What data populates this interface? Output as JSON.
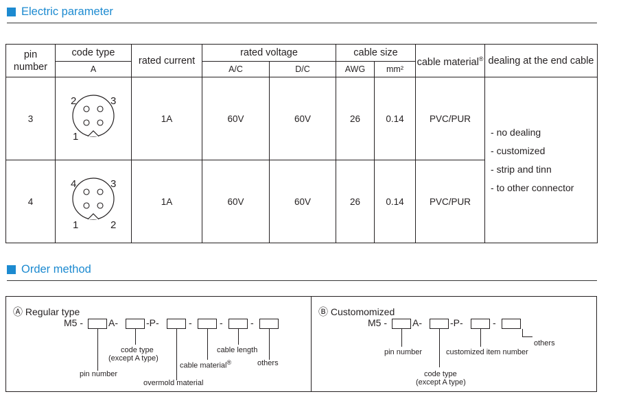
{
  "electric": {
    "title": "Electric parameter",
    "headers": {
      "pin_number": "pin number",
      "code_type": "code type",
      "code_type_sub": "A",
      "rated_current": "rated current",
      "rated_voltage": "rated voltage",
      "ac": "A/C",
      "dc": "D/C",
      "cable_size": "cable size",
      "awg": "AWG",
      "mm2": "mm²",
      "cable_material": "cable material",
      "cable_material_mark": "®",
      "dealing": "dealing at the end cable"
    },
    "rows": [
      {
        "pin": "3",
        "current": "1A",
        "ac": "60V",
        "dc": "60V",
        "awg": "26",
        "mm2": "0.14",
        "material": "PVC/PUR",
        "pin_labels": {
          "tl": "2",
          "tr": "3",
          "bl": "1",
          "br": ""
        }
      },
      {
        "pin": "4",
        "current": "1A",
        "ac": "60V",
        "dc": "60V",
        "awg": "26",
        "mm2": "0.14",
        "material": "PVC/PUR",
        "pin_labels": {
          "tl": "4",
          "tr": "3",
          "bl": "1",
          "br": "2"
        }
      }
    ],
    "dealing_options": [
      "- no dealing",
      "- customized",
      "- strip and tinn",
      "- to other  connector"
    ]
  },
  "order": {
    "title": "Order method",
    "regular": {
      "title": "Ⓐ Regular type",
      "prefix": "M5 -",
      "sep_a": "A-",
      "sep_p": "-P-",
      "dash": "-",
      "labels": {
        "code_type": "code type",
        "except": "(except A type)",
        "cable_length": "cable length",
        "cable_material": "cable material",
        "cable_material_mark": "®",
        "others": "others",
        "pin_number": "pin number",
        "overmold": "overmold material"
      }
    },
    "custom": {
      "title": "Ⓑ Customomized",
      "prefix": "M5 -",
      "sep_a": "A-",
      "sep_p": "-P-",
      "dash": "-",
      "labels": {
        "others": "others",
        "pin_number": "pin number",
        "customized": "customized item number",
        "code_type": "code type",
        "except": "(except A type)"
      }
    }
  }
}
